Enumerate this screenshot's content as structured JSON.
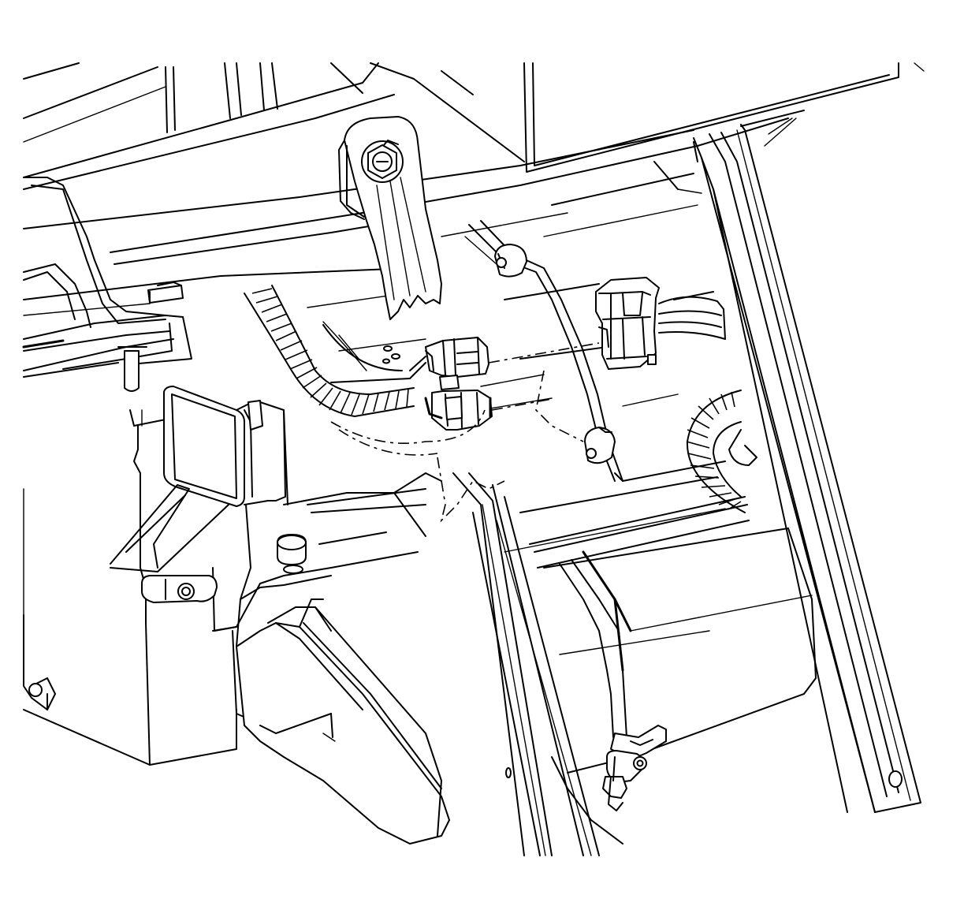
{
  "diagram": {
    "labels": [],
    "components": [
      "heater-core-housing",
      "mounting-bracket-with-nut",
      "wiring-harness-connector",
      "blower-motor-resistor-connector",
      "wiring-harness-clip",
      "wiring-harness-conduit",
      "floor-support-rail",
      "air-duct-outlet",
      "mounting-stud",
      "grommet"
    ]
  }
}
